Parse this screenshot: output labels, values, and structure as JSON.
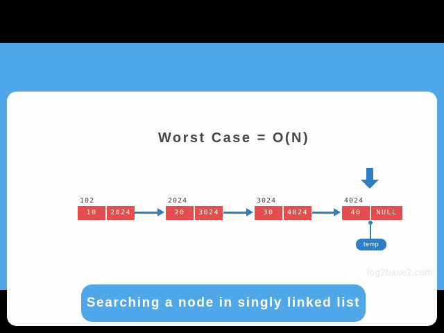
{
  "title": "Worst Case = O(N)",
  "diagram": {
    "nodes": [
      {
        "address": "102",
        "data": "10",
        "next": "2024"
      },
      {
        "address": "2024",
        "data": "20",
        "next": "3024"
      },
      {
        "address": "3024",
        "data": "30",
        "next": "4024"
      },
      {
        "address": "4024",
        "data": "40",
        "next": "NULL"
      }
    ],
    "pointer_label": "temp"
  },
  "watermark": "log2base2.com",
  "banner": {
    "label": "Searching a node in singly linked list"
  },
  "colors": {
    "frame_blue": "#4FA7E8",
    "arrow_blue": "#2E7EC4",
    "node_red": "#E84B4B",
    "title_text": "#42474D",
    "node_text": "#FFFFFF",
    "address_text": "#383D42",
    "watermark_text": "#E2E5EA",
    "card_background": "#FDFDFE",
    "letterbox_black": "#000000"
  }
}
